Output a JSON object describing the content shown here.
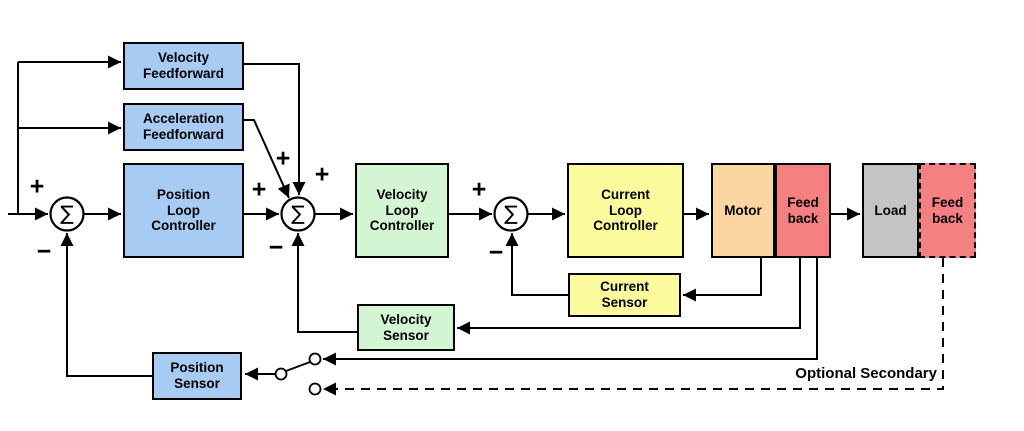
{
  "diagram_type": "servo-motor-control-loop-block-diagram",
  "blocks": {
    "velocity_feedforward": "Velocity\nFeedforward",
    "acceleration_feedforward": "Acceleration\nFeedforward",
    "position_loop_controller": "Position\nLoop\nController",
    "velocity_loop_controller": "Velocity\nLoop\nController",
    "current_loop_controller": "Current\nLoop\nController",
    "motor": "Motor",
    "motor_feedback": "Feed\nback",
    "load": "Load",
    "load_feedback": "Feed\nback",
    "current_sensor": "Current\nSensor",
    "velocity_sensor": "Velocity\nSensor",
    "position_sensor": "Position\nSensor"
  },
  "junctions": {
    "sigma": "∑"
  },
  "signs": {
    "plus": "+",
    "minus": "−"
  },
  "annotations": {
    "optional_secondary": "Optional Secondary"
  },
  "colors": {
    "feedforward_and_position_blocks": "#A7CBF2",
    "velocity_blocks": "#D3F5D3",
    "current_blocks": "#FBFA9C",
    "motor_block": "#FBD6A2",
    "feedback_blocks": "#F58082",
    "load_block": "#C4C4C4",
    "lines": "#000000"
  }
}
